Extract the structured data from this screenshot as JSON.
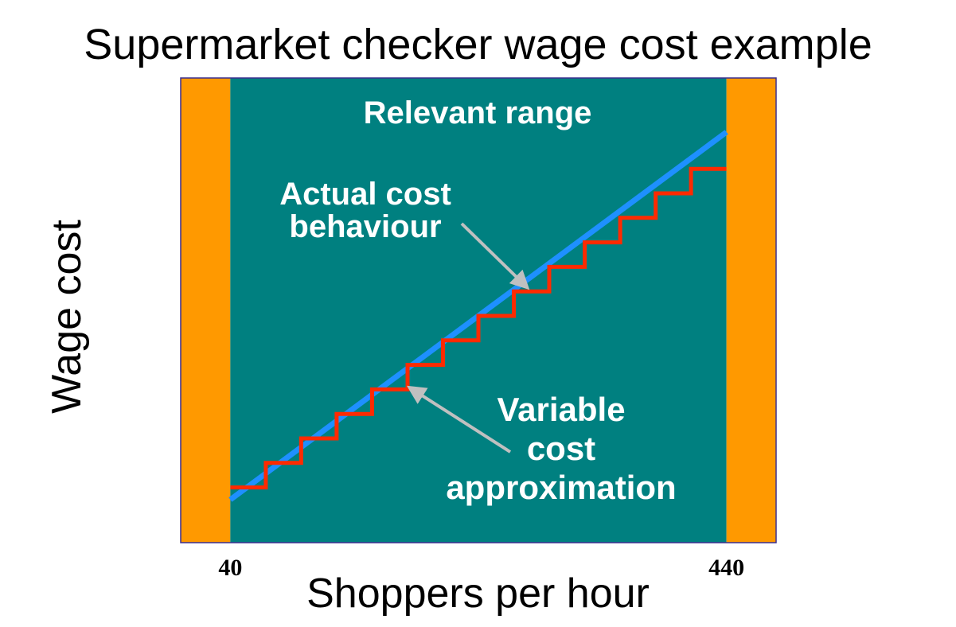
{
  "title": "Supermarket checker wage cost example",
  "chart_data": {
    "type": "line",
    "title": "Supermarket checker wage cost example",
    "xlabel": "Shoppers per hour",
    "ylabel": "Wage cost",
    "x_ticks": [
      40,
      440
    ],
    "xlim": [
      0,
      480
    ],
    "relevant_range": {
      "label": "Relevant range",
      "x": [
        40,
        440
      ]
    },
    "series": [
      {
        "key": "variable-cost-approximation",
        "type": "linear",
        "x": [
          40,
          440
        ],
        "y": [
          0,
          15
        ],
        "color": "#1E90FF"
      },
      {
        "key": "actual-cost-behaviour",
        "type": "step",
        "x_steps": [
          40,
          68.6,
          97.1,
          125.7,
          154.3,
          182.9,
          211.4,
          240,
          268.6,
          297.1,
          325.7,
          354.3,
          382.9,
          411.4,
          440
        ],
        "y_levels": [
          0.5,
          1.5,
          2.5,
          3.5,
          4.5,
          5.5,
          6.5,
          7.5,
          8.5,
          9.5,
          10.5,
          11.5,
          12.5,
          13.5
        ],
        "color": "#FF2A00"
      }
    ],
    "annotations": [
      {
        "key": "actual",
        "lines": [
          "Actual cost",
          "behaviour"
        ]
      },
      {
        "key": "variable",
        "lines": [
          "Variable",
          "cost",
          "approximation"
        ]
      }
    ],
    "colors": {
      "range_fill": "#008080",
      "outside_fill": "#FF9900",
      "border": "#3A2E8F",
      "arrow": "#C0C0C0",
      "text": "#FFFFFF"
    },
    "grid": false
  }
}
